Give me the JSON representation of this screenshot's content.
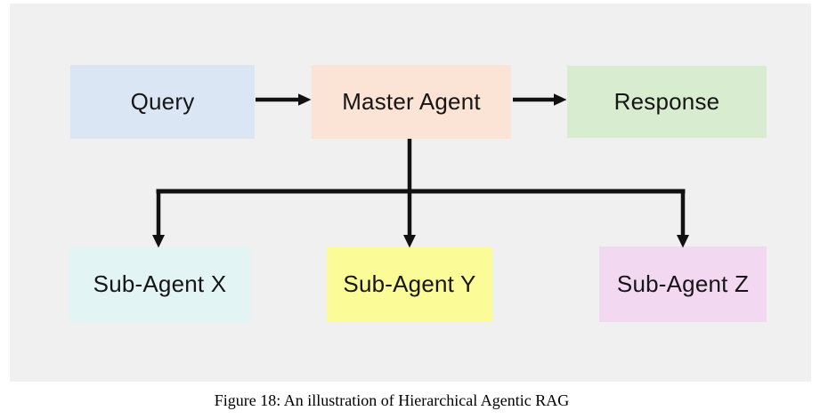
{
  "figure": {
    "caption": "Figure 18: An illustration of Hierarchical Agentic RAG"
  },
  "diagram": {
    "panel_bg": "#f0f0f1",
    "line_color": "#111111",
    "text_color": "#161616",
    "nodes": [
      {
        "id": "query",
        "label": "Query",
        "fill": "#dbe6f4"
      },
      {
        "id": "master-agent",
        "label": "Master Agent",
        "fill": "#fbe3d5"
      },
      {
        "id": "response",
        "label": "Response",
        "fill": "#d8ecd0"
      },
      {
        "id": "sub-agent-x",
        "label": "Sub-Agent X",
        "fill": "#e2f4f3"
      },
      {
        "id": "sub-agent-y",
        "label": "Sub-Agent Y",
        "fill": "#fbfb98"
      },
      {
        "id": "sub-agent-z",
        "label": "Sub-Agent Z",
        "fill": "#f2d8f1"
      }
    ],
    "edges": [
      {
        "from": "query",
        "to": "master-agent"
      },
      {
        "from": "master-agent",
        "to": "response"
      },
      {
        "from": "master-agent",
        "to": "sub-agent-x"
      },
      {
        "from": "master-agent",
        "to": "sub-agent-y"
      },
      {
        "from": "master-agent",
        "to": "sub-agent-z"
      }
    ]
  }
}
